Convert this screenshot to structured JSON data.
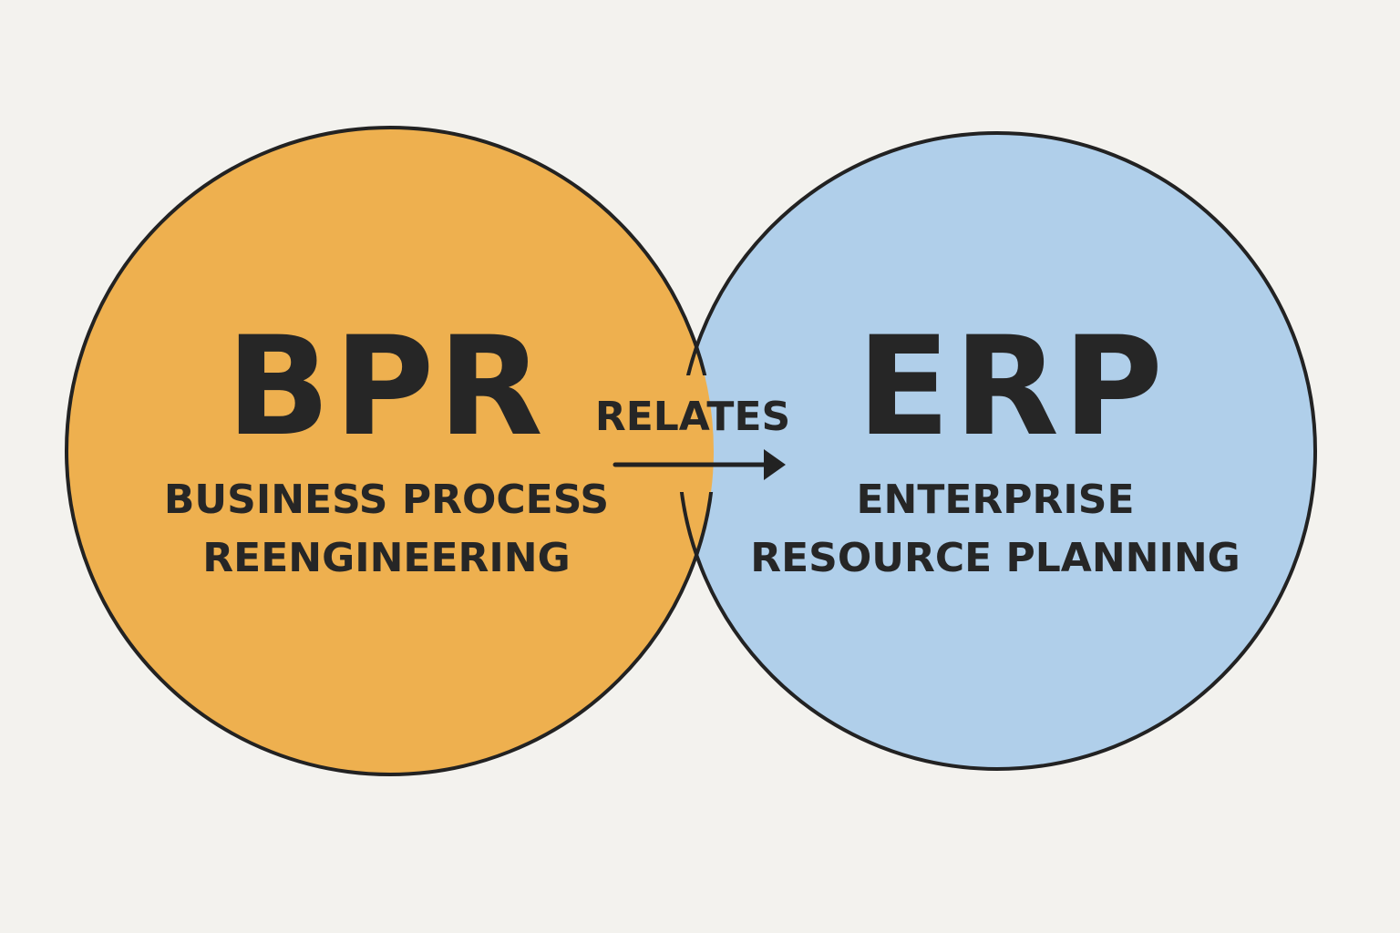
{
  "left": {
    "acronym": "BPR",
    "line1": "BUSINESS PROCESS",
    "line2": "REENGINEERING",
    "color": "#eeb04f"
  },
  "right": {
    "acronym": "ERP",
    "line1": "ENTERPRISE",
    "line2": "RESOURCE PLANNING",
    "color": "#b0cfea"
  },
  "relation": {
    "label": "RELATES"
  }
}
